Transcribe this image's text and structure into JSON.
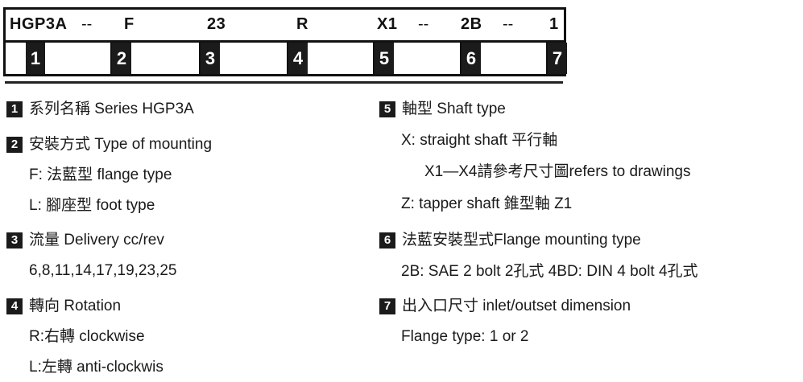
{
  "code": {
    "segments": [
      "HGP3A",
      "F",
      "23",
      "R",
      "X1",
      "2B",
      "1"
    ],
    "separator": "--",
    "numbers": [
      "1",
      "2",
      "3",
      "4",
      "5",
      "6",
      "7"
    ]
  },
  "left": {
    "item1": {
      "num": "1",
      "text": "系列名稱 Series  HGP3A"
    },
    "item2": {
      "num": "2",
      "text": "安裝方式 Type of mounting",
      "lines": [
        "F: 法藍型 flange type",
        "L: 腳座型 foot type"
      ]
    },
    "item3": {
      "num": "3",
      "text": "流量 Delivery  cc/rev",
      "lines": [
        "6,8,11,14,17,19,23,25"
      ]
    },
    "item4": {
      "num": "4",
      "text": "轉向 Rotation",
      "lines": [
        "R:右轉  clockwise",
        "L:左轉 anti-clockwis"
      ]
    }
  },
  "right": {
    "item5": {
      "num": "5",
      "text": "軸型 Shaft type",
      "lines": [
        "X: straight shaft 平行軸",
        "X1—X4請參考尺寸圖refers to drawings",
        "Z: tapper shaft 錐型軸  Z1"
      ]
    },
    "item6": {
      "num": "6",
      "text": "法藍安裝型式Flange mounting type",
      "lines": [
        "2B: SAE 2 bolt 2孔式     4BD: DIN 4 bolt 4孔式"
      ]
    },
    "item7": {
      "num": "7",
      "text": "出入口尺寸 inlet/outset dimension",
      "lines": [
        "Flange type: 1 or 2"
      ]
    }
  }
}
